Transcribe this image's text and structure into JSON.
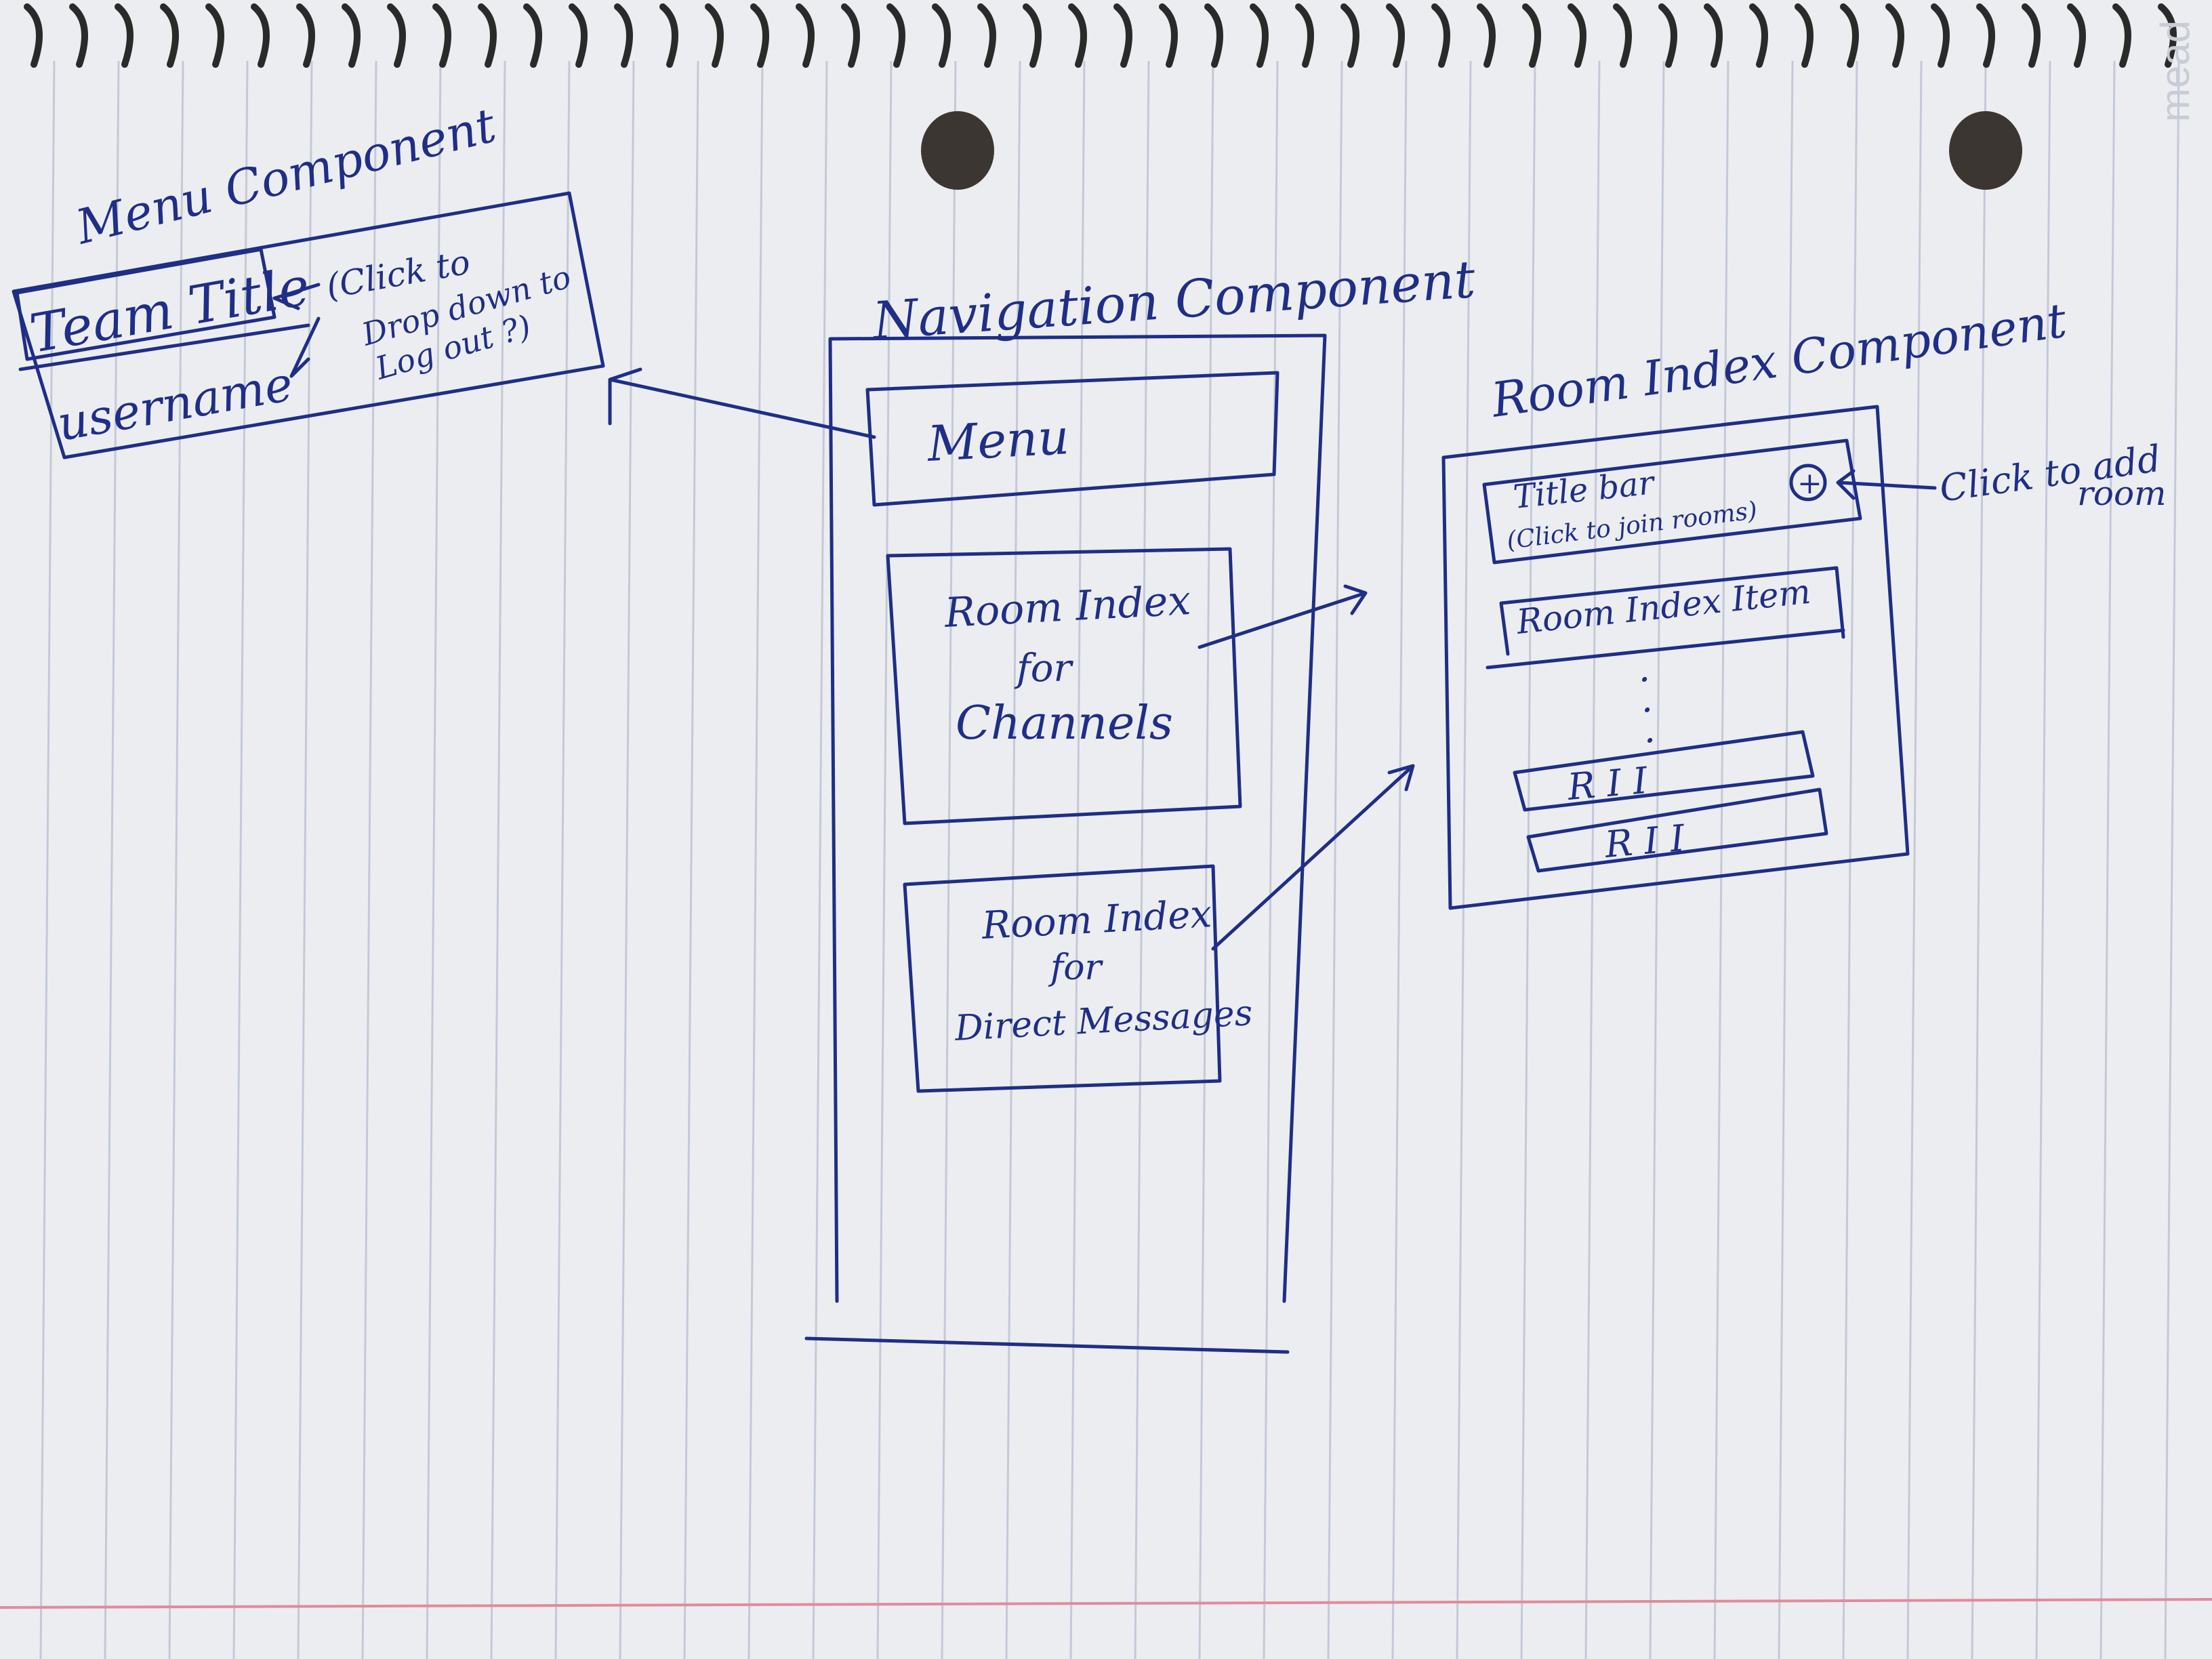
{
  "diagram": {
    "menu_component": {
      "title": "Menu Component",
      "team_title": "Team Title",
      "username": "username",
      "note_lines": [
        "(Click to",
        "Drop down to",
        "Log out ?)"
      ]
    },
    "navigation_component": {
      "title": "Navigation Component",
      "menu": "Menu",
      "channels_index": [
        "Room Index",
        "for",
        "Channels"
      ],
      "dm_index": [
        "Room Index",
        "for",
        "Direct Messages"
      ]
    },
    "room_index_component": {
      "title": "Room Index Component",
      "title_bar": "Title bar",
      "title_bar_note": "(Click to join rooms)",
      "plus_symbol": "+",
      "item": "Room Index Item",
      "ellipsis": ".",
      "rii_1": "R I I",
      "rii_2": "R I I",
      "add_note_lines": [
        "Click to add",
        "room"
      ]
    },
    "notebook_brand": "mead",
    "colors": {
      "ink": "#1f2e86",
      "rule": "#c3c9d7",
      "margin": "#e28a9c",
      "paper": "#ecedf0"
    }
  }
}
